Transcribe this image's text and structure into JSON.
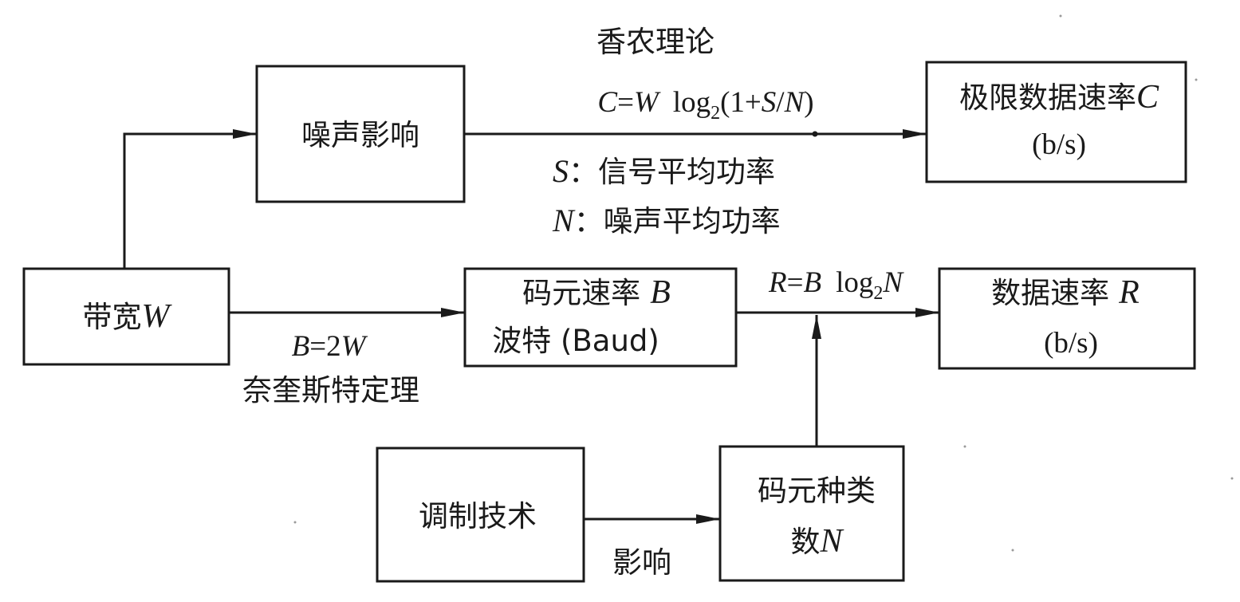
{
  "boxes": {
    "noise": {
      "label": "噪声影响"
    },
    "limit_rate": {
      "label": "极限数据速率",
      "var": "C",
      "unit": "(b/s)"
    },
    "bandwidth": {
      "label": "带宽",
      "var": "W"
    },
    "baud_rate": {
      "label": "码元速率",
      "var": "B",
      "line2": "波特 (Baud)"
    },
    "data_rate": {
      "label": "数据速率",
      "var": "R",
      "unit": "(b/s)"
    },
    "modulation": {
      "label": "调制技术"
    },
    "symbol_types": {
      "line1": "码元种类",
      "line2": "数",
      "var": "N"
    }
  },
  "labels": {
    "shannon_title": "香农理论",
    "shannon_formula": {
      "lhs": "C",
      "eq": "=",
      "w": "W",
      "log": "log",
      "sub": "2",
      "arg_open": "(1+",
      "s": "S",
      "slash": "/",
      "n": "N",
      "arg_close": ")"
    },
    "s_def": {
      "var": "S",
      "text": "：信号平均功率"
    },
    "n_def": {
      "var": "N",
      "text": "：噪声平均功率"
    },
    "nyquist_formula": {
      "lhs": "B",
      "rhs": "=2",
      "var": "W"
    },
    "nyquist_title": "奈奎斯特定理",
    "rate_formula": {
      "lhs": "R",
      "eq": "=",
      "b": "B",
      "log": "log",
      "sub": "2",
      "n": "N"
    },
    "influence": "影响"
  }
}
